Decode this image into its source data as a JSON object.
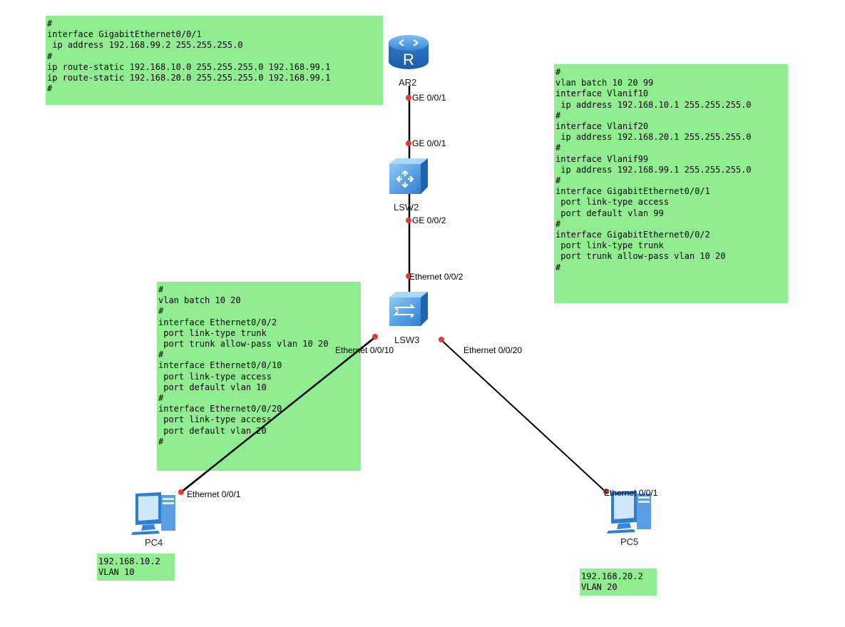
{
  "notes": {
    "ar2_config": "#\ninterface GigabitEthernet0/0/1\n ip address 192.168.99.2 255.255.255.0\n#\nip route-static 192.168.10.0 255.255.255.0 192.168.99.1\nip route-static 192.168.20.0 255.255.255.0 192.168.99.1\n#",
    "lsw2_config": "#\nvlan batch 10 20 99\ninterface Vlanif10\n ip address 192.168.10.1 255.255.255.0\n#\ninterface Vlanif20\n ip address 192.168.20.1 255.255.255.0\n#\ninterface Vlanif99\n ip address 192.168.99.1 255.255.255.0\n#\ninterface GigabitEthernet0/0/1\n port link-type access\n port default vlan 99\n#\ninterface GigabitEthernet0/0/2\n port link-type trunk\n port trunk allow-pass vlan 10 20\n#",
    "lsw3_config": "#\nvlan batch 10 20\n#\ninterface Ethernet0/0/2\n port link-type trunk\n port trunk allow-pass vlan 10 20\n#\ninterface Ethernet0/0/10\n port link-type access\n port default vlan 10\n#\ninterface Ethernet0/0/20\n port link-type access\n port default vlan 20\n#",
    "pc4_info": "192.168.10.2\nVLAN 10",
    "pc5_info": "192.168.20.2\nVLAN 20"
  },
  "devices": {
    "ar2": {
      "name": "AR2",
      "icon": "router-icon"
    },
    "lsw2": {
      "name": "LSW2",
      "icon": "l3-switch-icon"
    },
    "lsw3": {
      "name": "LSW3",
      "icon": "l2-switch-icon"
    },
    "pc4": {
      "name": "PC4",
      "icon": "pc-icon"
    },
    "pc5": {
      "name": "PC5",
      "icon": "pc-icon"
    }
  },
  "ports": {
    "ar2_ge001": "GE 0/0/1",
    "lsw2_ge001": "GE 0/0/1",
    "lsw2_ge002": "GE 0/0/2",
    "lsw3_e002": "Ethernet 0/0/2",
    "lsw3_e0010": "Ethernet 0/0/10",
    "lsw3_e0020": "Ethernet 0/0/20",
    "pc4_e001": "Ethernet 0/0/1",
    "pc5_e001": "Ethernet 0/0/1"
  },
  "colors": {
    "note_bg": "#90ee90",
    "port_dot": "#e53935",
    "link": "#000000",
    "device_blue": "#3a86d6"
  }
}
